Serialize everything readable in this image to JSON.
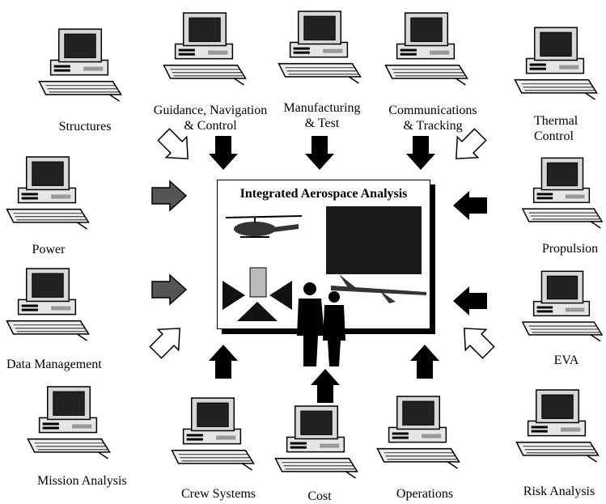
{
  "title": "Integrated  Aerospace Analysis",
  "disciplines": {
    "structures": "Structures",
    "gnc": "Guidance, Navigation\n& Control",
    "manufacturing": "Manufacturing\n& Test",
    "communications": "Communications\n& Tracking",
    "thermal": "Thermal\nControl",
    "power": "Power",
    "propulsion": "Propulsion",
    "data_management": "Data Management",
    "eva": "EVA",
    "mission_analysis": "Mission Analysis",
    "crew_systems": "Crew Systems",
    "cost": "Cost",
    "operations": "Operations",
    "risk_analysis": "Risk Analysis"
  }
}
